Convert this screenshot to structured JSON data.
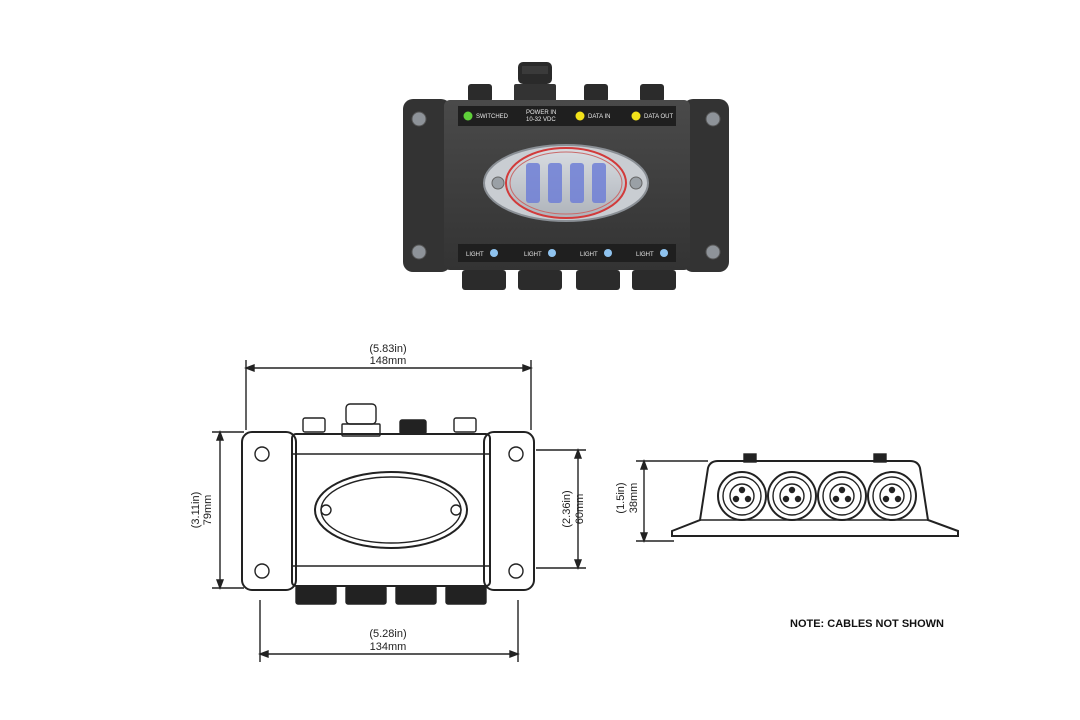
{
  "device": {
    "top_labels": [
      "SWITCHED",
      "POWER IN",
      "10-32 VDC",
      "DATA IN",
      "DATA OUT"
    ],
    "light_labels": [
      "LIGHT",
      "LIGHT",
      "LIGHT",
      "LIGHT"
    ],
    "led_colors": {
      "switched": "#5fd03a",
      "data_in": "#f2e21a",
      "data_out": "#f2e21a",
      "light": "#8fc3ef"
    },
    "body_color": "#3e3e3e",
    "accent_color": "#d23a3a"
  },
  "dimensions": {
    "width_top_in": "(5.83in)",
    "width_top_mm": "148mm",
    "height_left_in": "(3.11in)",
    "height_left_mm": "79mm",
    "height_inner_in": "(2.36in)",
    "height_inner_mm": "60mm",
    "width_bottom_in": "(5.28in)",
    "width_bottom_mm": "134mm",
    "side_height_in": "(1.5in)",
    "side_height_mm": "38mm"
  },
  "note": "NOTE: CABLES NOT SHOWN"
}
